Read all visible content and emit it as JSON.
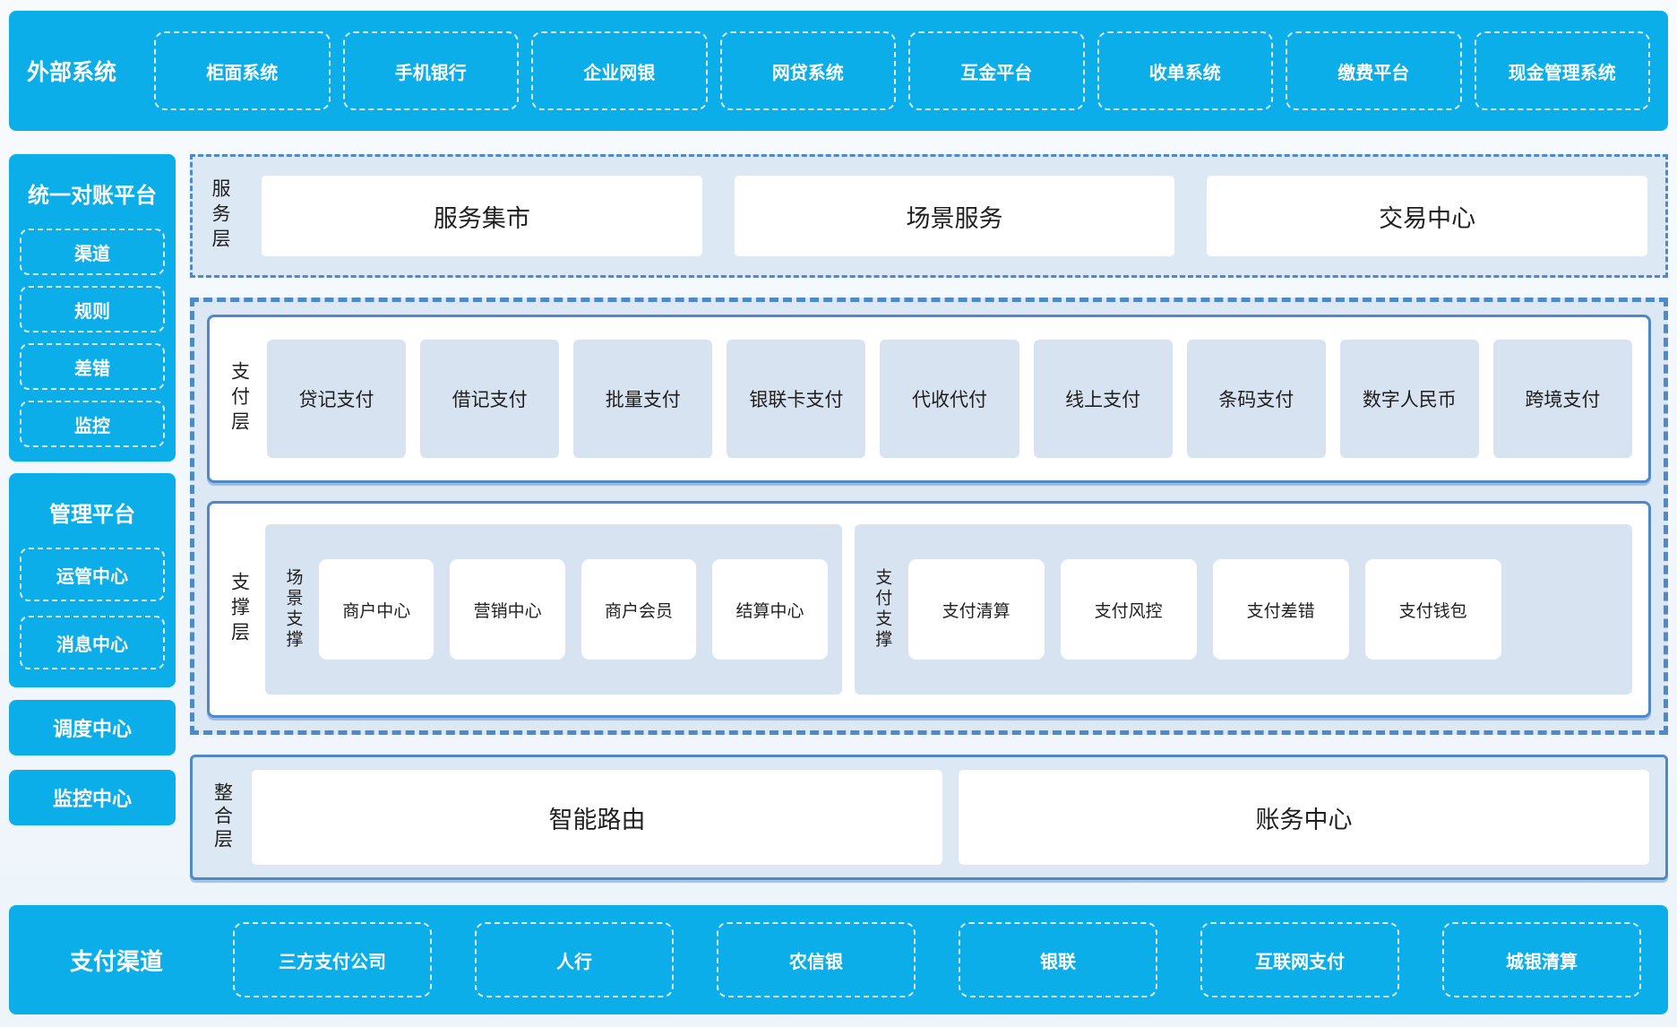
{
  "colors": {
    "accent_blue": "#0baee9",
    "border_blue": "#5089c7",
    "section_bg": "#dde8f5",
    "item_bg": "#d8e3f1",
    "text_dark": "#1f1f1f",
    "text_on_blue": "#ffffff"
  },
  "top_bar": {
    "title": "外部系统",
    "items": [
      "柜面系统",
      "手机银行",
      "企业网银",
      "网贷系统",
      "互金平台",
      "收单系统",
      "缴费平台",
      "现金管理系统"
    ]
  },
  "sidebar": {
    "reconciliation": {
      "title": "统一对账平台",
      "items": [
        "渠道",
        "规则",
        "差错",
        "监控"
      ]
    },
    "management": {
      "title": "管理平台",
      "items": [
        "运管中心",
        "消息中心"
      ]
    },
    "standalone": [
      "调度中心",
      "监控中心"
    ]
  },
  "service_layer": {
    "label": "服务层",
    "items": [
      "服务集市",
      "场景服务",
      "交易中心"
    ]
  },
  "payment_layer": {
    "label": "支付层",
    "items": [
      "贷记支付",
      "借记支付",
      "批量支付",
      "银联卡支付",
      "代收代付",
      "线上支付",
      "条码支付",
      "数字人民币",
      "跨境支付"
    ]
  },
  "support_layer": {
    "label": "支撑层",
    "groups": [
      {
        "label": "场景支撑",
        "items": [
          "商户中心",
          "营销中心",
          "商户会员",
          "结算中心"
        ]
      },
      {
        "label": "支付支撑",
        "items": [
          "支付清算",
          "支付风控",
          "支付差错",
          "支付钱包"
        ]
      }
    ]
  },
  "integration_layer": {
    "label": "整合层",
    "items": [
      "智能路由",
      "账务中心"
    ]
  },
  "bottom_bar": {
    "title": "支付渠道",
    "items": [
      "三方支付公司",
      "人行",
      "农信银",
      "银联",
      "互联网支付",
      "城银清算"
    ]
  }
}
